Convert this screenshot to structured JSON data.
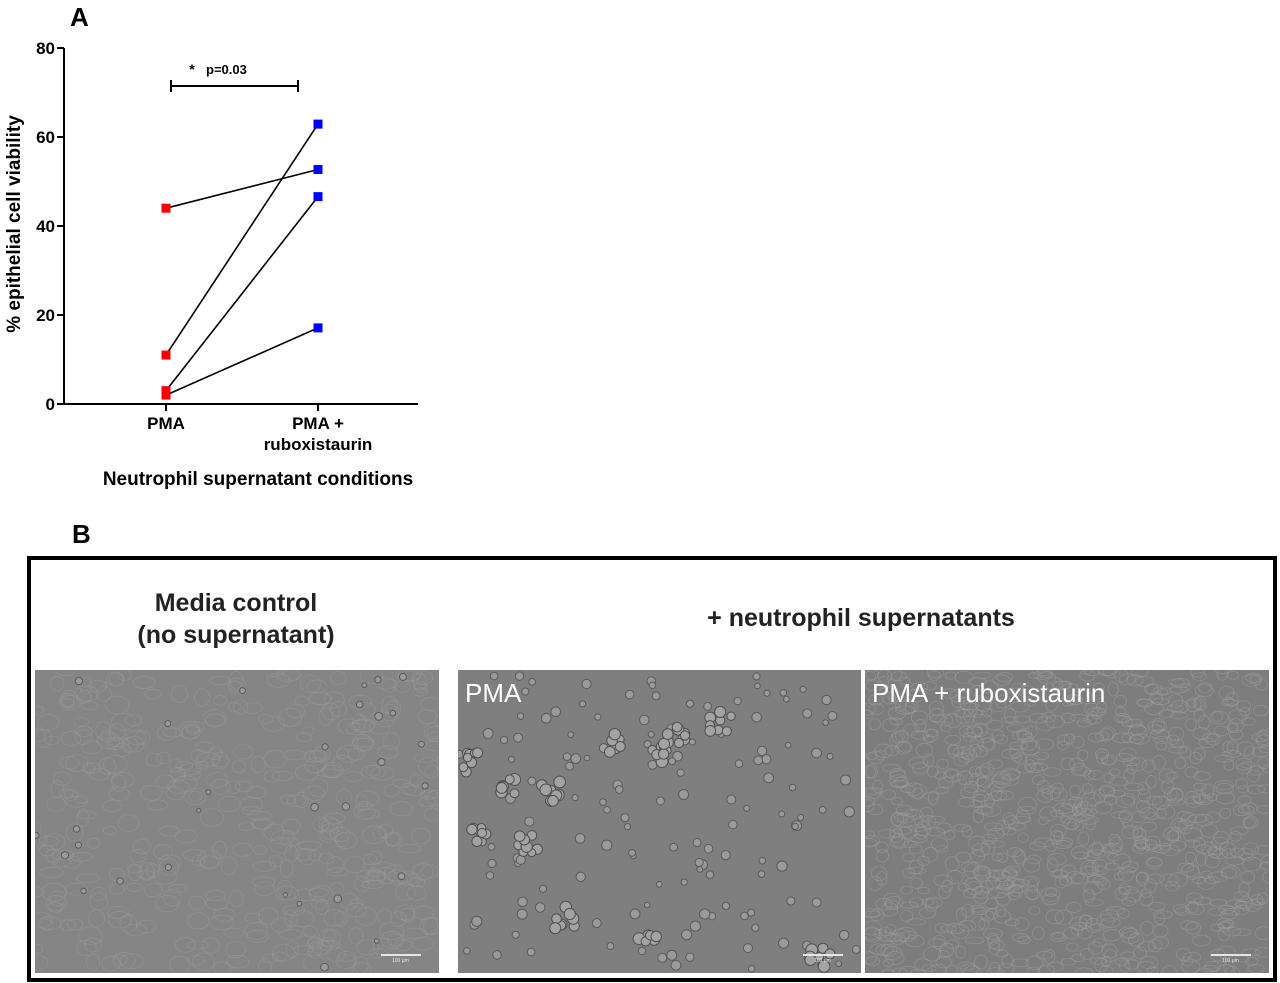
{
  "panels": {
    "a": "A",
    "b": "B"
  },
  "chart_data": {
    "type": "scatter",
    "title": "",
    "xlabel": "Neutrophil supernatant conditions",
    "ylabel": "% epithelial cell viability",
    "ylim": [
      0,
      80
    ],
    "yticks": [
      "0",
      "20",
      "40",
      "60",
      "80"
    ],
    "categories": [
      "PMA",
      "PMA +\nruboxistaurin"
    ],
    "series": [
      {
        "color": "#ff0000",
        "values": [
          44.0,
          11.0,
          3.0,
          2.0
        ]
      },
      {
        "color": "#0000ff",
        "values": [
          52.7,
          62.9,
          46.6,
          17.1
        ]
      }
    ],
    "pairs": [
      [
        44.0,
        52.7
      ],
      [
        11.0,
        62.9
      ],
      [
        3.0,
        46.6
      ],
      [
        2.0,
        17.1
      ]
    ],
    "annotation": {
      "star": "*",
      "text": "p=0.03"
    }
  },
  "images": {
    "group_left_title": "Media control\n(no supernatant)",
    "group_right_title": "+ neutrophil supernatants",
    "panels": [
      {
        "label": "",
        "scale_text": "100 µm"
      },
      {
        "label": "PMA",
        "scale_text": "100 µm"
      },
      {
        "label": "PMA + ruboxistaurin",
        "scale_text": "100 µm"
      }
    ]
  }
}
